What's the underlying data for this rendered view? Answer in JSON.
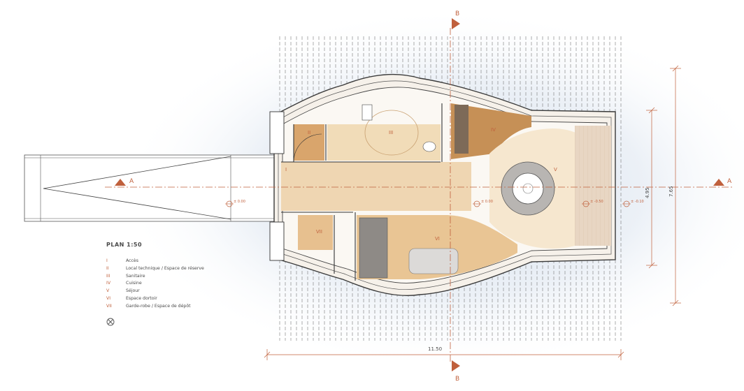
{
  "legend": {
    "title": "PLAN 1:50",
    "items": [
      {
        "num": "I",
        "label": "Accès"
      },
      {
        "num": "II",
        "label": "Local technique / Espace de réserve"
      },
      {
        "num": "III",
        "label": "Sanitaire"
      },
      {
        "num": "IV",
        "label": "Cuisine"
      },
      {
        "num": "V",
        "label": "Séjour"
      },
      {
        "num": "VI",
        "label": "Espace dortoir"
      },
      {
        "num": "VII",
        "label": "Garde-robe / Espace de dépôt"
      }
    ]
  },
  "section_markers": {
    "a": "A",
    "b": "B"
  },
  "room_labels": {
    "I": "I",
    "II": "II",
    "III": "III",
    "IV": "IV",
    "V": "V",
    "VI": "VI",
    "VII": "VII"
  },
  "levels": {
    "entry": "± 0.00",
    "center": "± 0.00",
    "living": "± -0.50",
    "terrace": "± -0.10"
  },
  "dimensions": {
    "length": "11.50",
    "width_inner": "4.95",
    "width_outer": "7.65"
  },
  "colors": {
    "accent": "#c0603c",
    "wood_light": "#f0d7ae",
    "wood_mid": "#deb27d",
    "wood_dark": "#c98f55",
    "line": "#3a3a3a"
  }
}
